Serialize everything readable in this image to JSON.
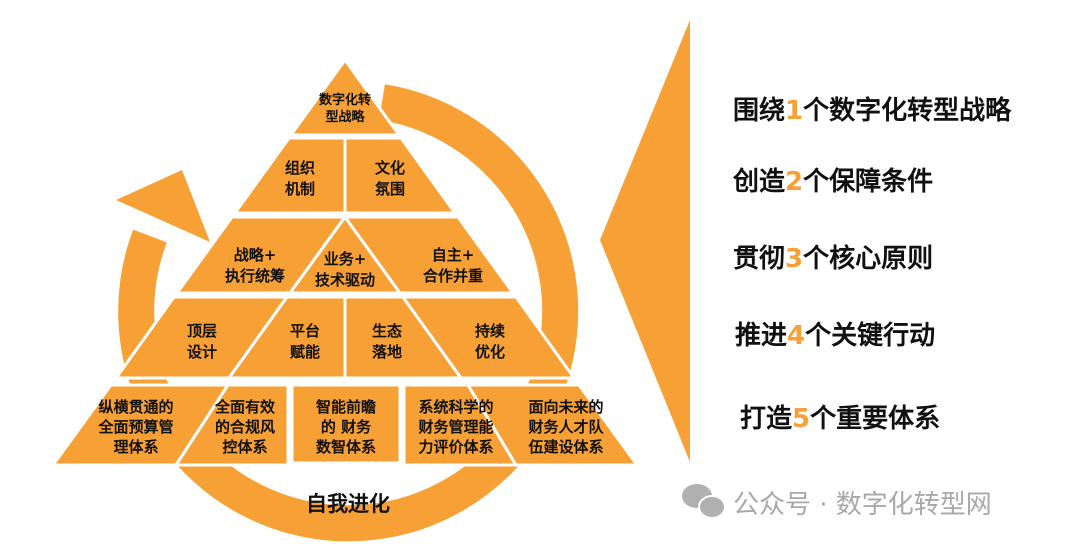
{
  "colors": {
    "accent": "#F7A035",
    "text": "#111111",
    "watermark": "#A8A8A8"
  },
  "pyramid": {
    "top": [
      "数字化转",
      "型战略"
    ],
    "row1": [
      [
        "组织",
        "机制"
      ],
      [
        "文化",
        "氛围"
      ]
    ],
    "row2": [
      [
        "战略+",
        "执行统筹"
      ],
      [
        "业务+",
        "技术驱动"
      ],
      [
        "自主+",
        "合作并重"
      ]
    ],
    "row3": [
      [
        "顶层",
        "设计"
      ],
      [
        "平台",
        "赋能"
      ],
      [
        "生态",
        "落地"
      ],
      [
        "持续",
        "优化"
      ]
    ],
    "row4": [
      [
        "纵横贯通的",
        "全面预算管",
        "理体系"
      ],
      [
        "全面有效",
        "的合规风",
        "控体系"
      ],
      [
        "智能前瞻",
        "的 财务",
        "数智体系"
      ],
      [
        "系统科学的",
        "财务管理能",
        "力评价体系"
      ],
      [
        "面向未来的",
        "财务人才队",
        "伍建设体系"
      ]
    ]
  },
  "cycle_label": "自我进化",
  "statements": [
    {
      "pre": "围绕",
      "num": "1",
      "post": "个数字化转型战略"
    },
    {
      "pre": "创造",
      "num": "2",
      "post": "个保障条件"
    },
    {
      "pre": "贯彻",
      "num": "3",
      "post": "个核心原则"
    },
    {
      "pre": "推进",
      "num": "4",
      "post": "个关键行动"
    },
    {
      "pre": "打造",
      "num": "5",
      "post": "个重要体系"
    }
  ],
  "watermark": {
    "icon": "wechat-icon",
    "text": "公众号 · 数字化转型网"
  }
}
